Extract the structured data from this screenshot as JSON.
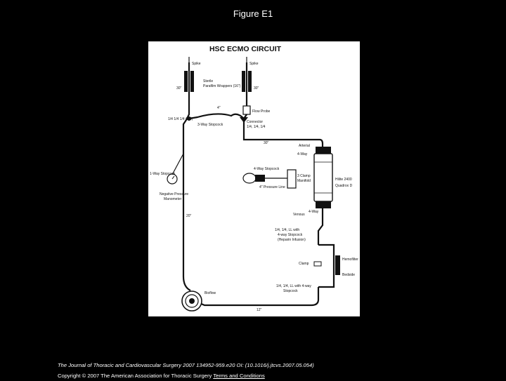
{
  "slide": {
    "title": "Figure E1"
  },
  "diagram": {
    "title": "HSC ECMO CIRCUIT",
    "labels": {
      "spike_left": "Spike",
      "spike_right": "Spike",
      "len_left_spike": "30\"",
      "len_right_spike": "30\"",
      "sterile_wraps": "Sterile",
      "sterile_wraps_2": "Parafilm Wrappers (16\")",
      "len_4": "4\"",
      "flow_probe": "Flow Probe",
      "connector": "Connector",
      "connector_size": "1/4, 1/4, 1/4",
      "tubing_left": "1/4 1/4 1/4 (1/4)",
      "three_way": "3-Way Stopcock",
      "len_30": "30\"",
      "arterial": "Arterial",
      "four_way": "4-Way",
      "four_way_stopcock": "4-Way Stopcock",
      "clamp_manifold": "3 Clamp",
      "clamp_manifold_2": "Manifold",
      "pressure_line": "4\" Pressure Line",
      "oxygenator": "Hilite 2400",
      "oxygenator_2": "Quadrox D",
      "venous": "Venous",
      "four_way_bottom": "4-Way",
      "one_way_stopcock": "1-Way Stopcock",
      "manometer": "Negative Pressure",
      "manometer_2": "Manometer",
      "len_20": "20\"",
      "luer_top": "1/4, 1/4, LL with",
      "luer_top_2": "4-way Stopcock",
      "luer_top_3": "(Heparin Infusion)",
      "clamp": "Clamp",
      "hemofilter": "Hemofilter",
      "bedside": "Bedside",
      "luer_bottom": "1/4, 1/4, LL with 4-way",
      "luer_bottom_2": "Stopcock",
      "biomedicus": "Bioflow",
      "len_12": "12\""
    }
  },
  "footer": {
    "journal": "The Journal of Thoracic and Cardiovascular Surgery 2007 134952-959.e20 OI: (10.1016/j.jtcvs.2007.05.054)",
    "copyright": "Copyright © 2007 The American Association for Thoracic Surgery",
    "link": "Terms and Conditions"
  }
}
